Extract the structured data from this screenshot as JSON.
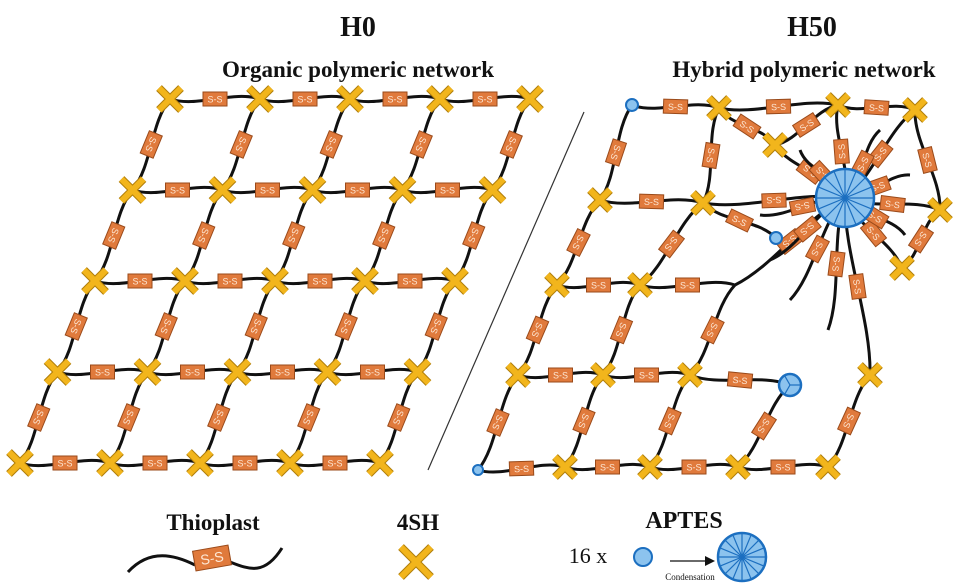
{
  "left_panel": {
    "code": "H0",
    "subtitle": "Organic polymeric network"
  },
  "right_panel": {
    "code": "H50",
    "subtitle": "Hybrid polymeric network"
  },
  "disulfide_label": "S-S",
  "legend": {
    "thioplast": {
      "label": "Thioplast",
      "tag": "S-S"
    },
    "crosslinker": {
      "label": "4SH"
    },
    "aptes": {
      "label": "APTES",
      "multiplier": "16 x",
      "arrow_label": "Condensation"
    }
  },
  "colors": {
    "chain": "#111111",
    "disulfide_fill": "#e07a3c",
    "disulfide_stroke": "#9a4a1a",
    "disulfide_text": "#fde7d4",
    "crosslinker_fill": "#f2b51c",
    "crosslinker_stroke": "#b07e0a",
    "aptes_fill": "#8cc3ee",
    "aptes_stroke": "#1c6fc0",
    "divider": "#333333"
  }
}
